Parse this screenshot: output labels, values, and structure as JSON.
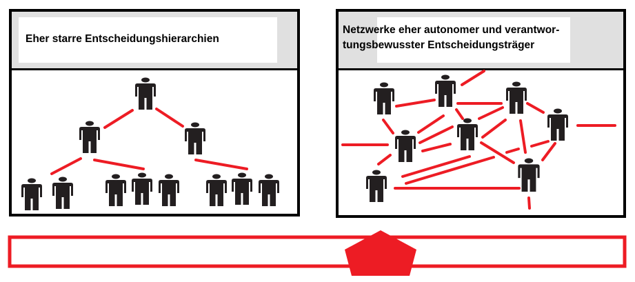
{
  "left_panel": {
    "title": "Eher starre Entscheidungshierarchien"
  },
  "right_panel": {
    "title_line1": "Netzwerke eher autonomer und verantwor-",
    "title_line2": "tungsbewusster Entscheidungsträger"
  },
  "colors": {
    "accent": "#ed1c24",
    "figure": "#231f20",
    "header_bg": "#e0e0e0"
  }
}
